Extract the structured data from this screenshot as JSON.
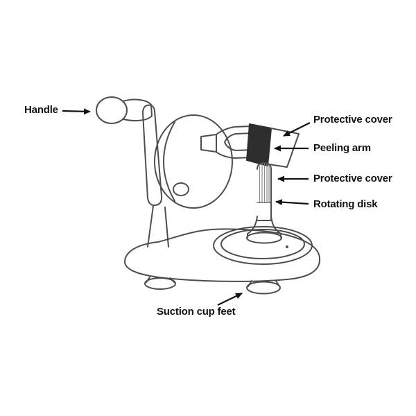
{
  "diagram": {
    "labels": {
      "handle": "Handle",
      "protective_cover_top": "Protective cover",
      "peeling_arm": "Peeling arm",
      "protective_cover_mid": "Protective cover",
      "rotating_disk": "Rotating disk",
      "suction_cup_feet": "Suction cup feet"
    },
    "colors": {
      "background": "#ffffff",
      "line_art": "#4d4d4d",
      "dark_cover_fill": "#2e2e2e",
      "label_text": "#121212",
      "arrow": "#121212"
    }
  }
}
